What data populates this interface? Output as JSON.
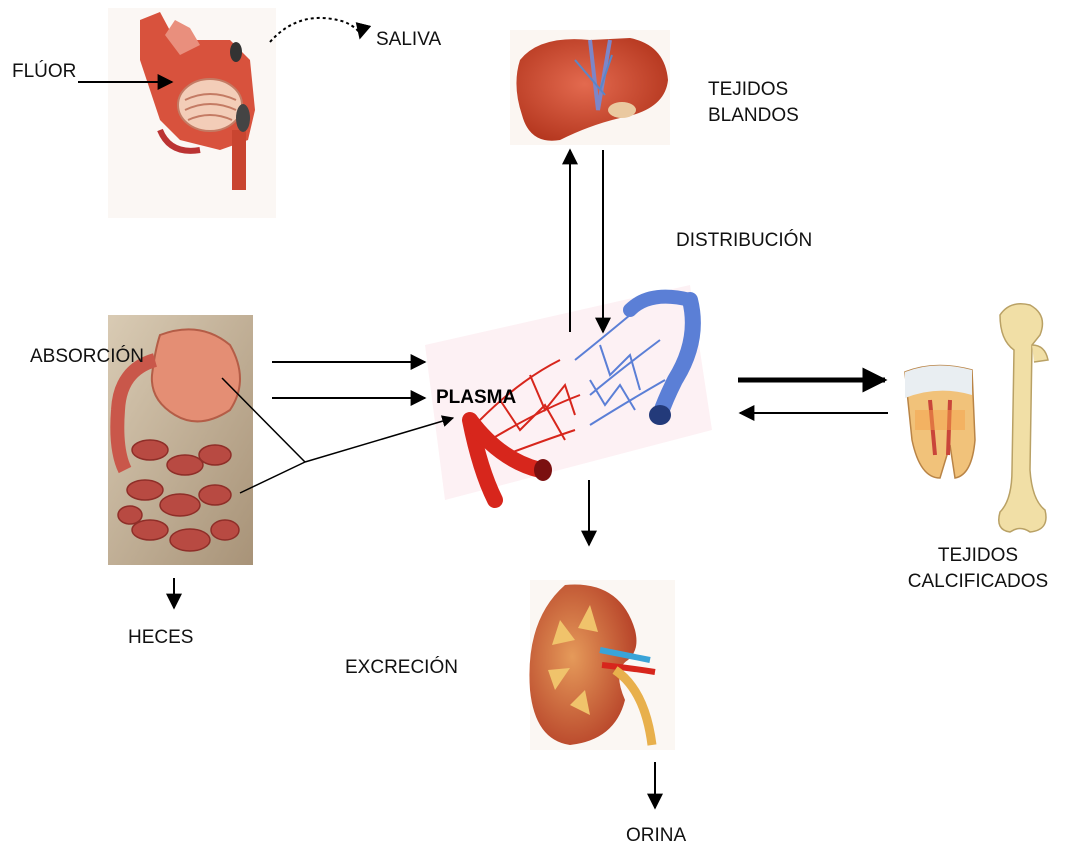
{
  "diagram": {
    "labels": {
      "fluor": "FLÚOR",
      "saliva": "SALIVA",
      "tejidos_blandos_1": "TEJIDOS",
      "tejidos_blandos_2": "BLANDOS",
      "distribucion": "DISTRIBUCIÓN",
      "absorcion": "ABSORCIÓN",
      "plasma": "PLASMA",
      "heces": "HECES",
      "excrecion": "EXCRECIÓN",
      "orina": "ORINA",
      "tejidos_calcificados_1": "TEJIDOS",
      "tejidos_calcificados_2": "CALCIFICADOS"
    },
    "illustrations": [
      "mouth-cross-section",
      "liver",
      "digestive-tract",
      "blood-vessels",
      "kidney",
      "tooth-cross-section",
      "femur-bone"
    ],
    "colors": {
      "organ_red": "#c8432e",
      "artery_red": "#d7261c",
      "vein_blue": "#5b7fd6",
      "bone": "#f1dfa6",
      "kidney": "#d7643c",
      "arrow": "#000000"
    }
  }
}
